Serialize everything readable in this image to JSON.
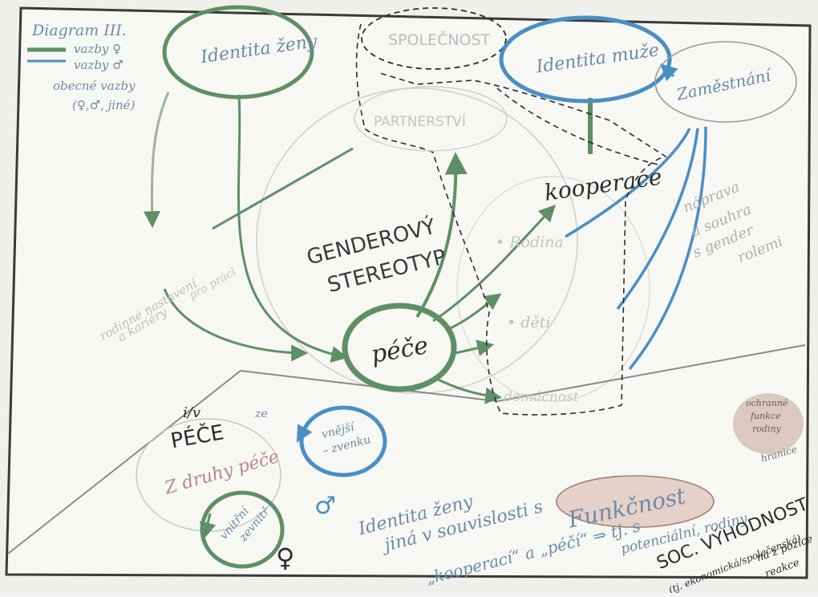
{
  "colors": {
    "paper": "#f6f6f1",
    "frame": "#3a3a3a",
    "green": "#5e8f66",
    "green_light": "#9bb49a",
    "blue": "#4a8fc4",
    "blue_light": "#8db6d6",
    "ink": "#2d2d2d",
    "pencil": "#b9b9b9",
    "brown": "#b98f86"
  },
  "legend": {
    "title": "Diagram III.",
    "line1": "vazby ♀",
    "line2": "vazby ♂",
    "line3": "obecné vazby",
    "line4": "(♀,♂, jiné)"
  },
  "nodes": {
    "identita_zeny": "Identita ženy",
    "spolecnost": "SPOLEČNOST",
    "identita_muze": "Identita muže",
    "zamestnani": "Zaměstnání",
    "partnerstvi": "PARTNERSTVÍ",
    "kooperace": "kooperace",
    "genderovy_1": "GENDEROVÝ",
    "genderovy_2": "STEREOTYP",
    "rodina": "• Rodina",
    "deti": "• děti",
    "domacnost": "domácnost",
    "pece": "péče",
    "vnejsi_1": "vnější",
    "vnejsi_2": "– zvenku",
    "vnitrni_1": "vnitřní",
    "vnitrni_2": "zevnitř",
    "funkcnost": "Funkčnost"
  },
  "annotations": {
    "pece_caps": "PÉČE",
    "iv": "i/v",
    "z_druhy_pece": "Z druhy péče",
    "ze": "ze",
    "napravo_1": "náprava",
    "napravo_2": "a souhra",
    "napravo_3": "s gender",
    "napravo_4": "rolemi",
    "identita_1": "Identita ženy",
    "identita_2": "jiná v souvislosti s",
    "identita_3": "„kooperací“ a „péčí“ ⇒ tj. s",
    "potencialni_1": "potenciální, rodiny",
    "oranzove_1": "ochranné",
    "oranzove_2": "funkce",
    "oranzove_3": "rodiny",
    "soc_vyhodnost": "SOC. VÝHODNOST",
    "soc_sub": "(tj. ekonomická/společenská)",
    "hranice": "hranice",
    "pr_1": "na z pozice",
    "pr_2": "reakce",
    "left_pencil_1": "rodinné nastavení",
    "left_pencil_2": "a kariéry",
    "left_pencil_3": "pro práci",
    "male": "♂",
    "female": "♀"
  }
}
